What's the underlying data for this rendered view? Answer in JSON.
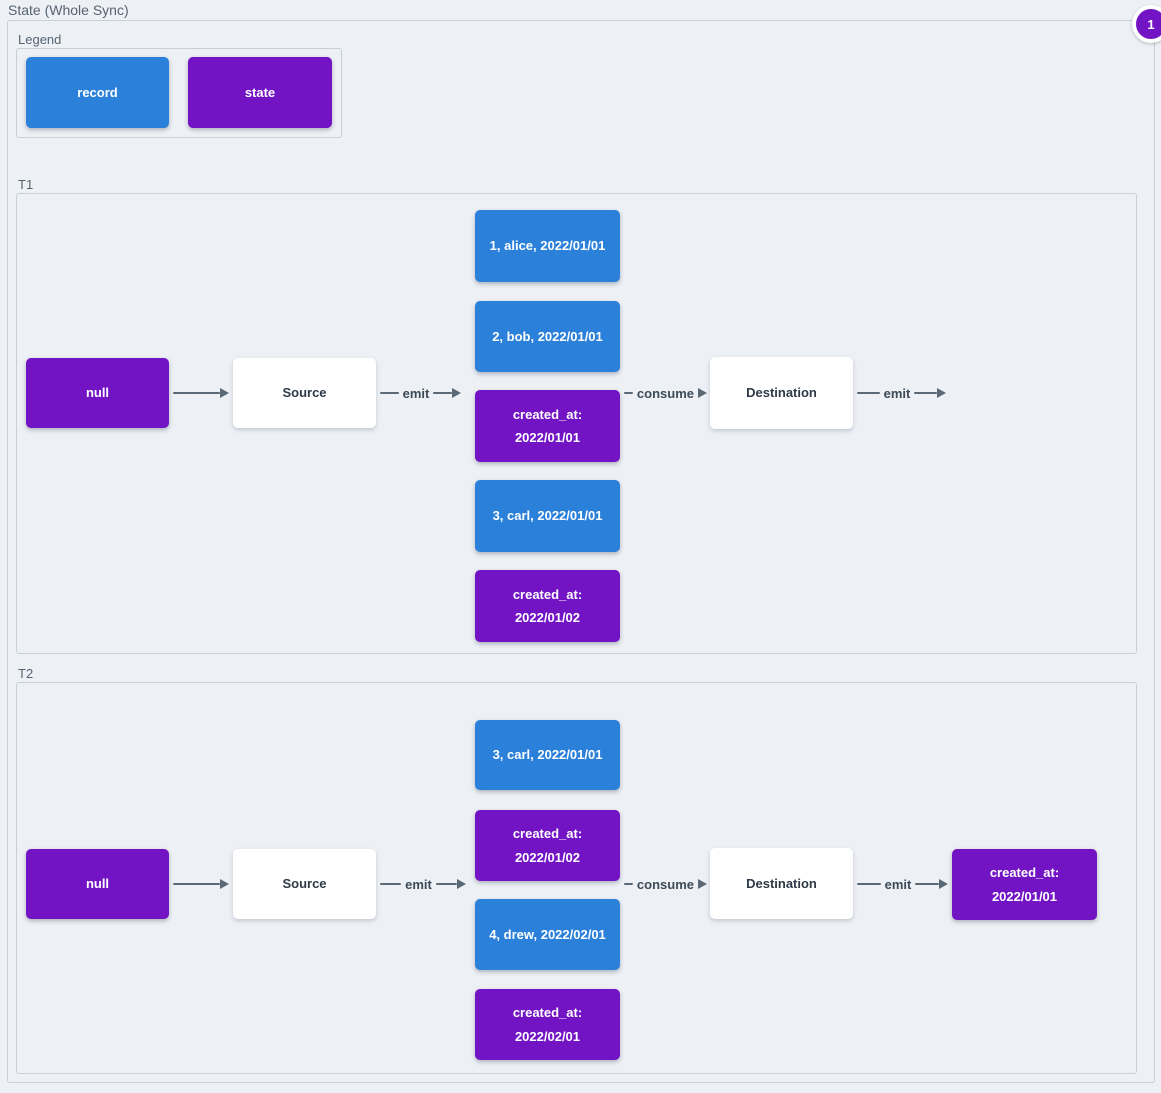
{
  "title": "State (Whole Sync)",
  "page_badge": "1",
  "colors": {
    "record": "#2b80d9",
    "state": "#7314c4",
    "background": "#edf0f5",
    "container_border": "#c7cfd9",
    "arrow": "#5b6875"
  },
  "legend": {
    "label": "Legend",
    "record": "record",
    "state": "state"
  },
  "t1": {
    "label": "T1",
    "null_state": "null",
    "source": "Source",
    "destination": "Destination",
    "emit_label": "emit",
    "consume_label": "consume",
    "emit_out_label": "emit",
    "records": {
      "r1": "1, alice, 2022/01/01",
      "r2": "2, bob, 2022/01/01",
      "s1": "created_at:\n2022/01/01",
      "r3": "3, carl, 2022/01/01",
      "s2": "created_at:\n2022/01/02"
    }
  },
  "t2": {
    "label": "T2",
    "null_state": "null",
    "source": "Source",
    "destination": "Destination",
    "emit_label": "emit",
    "consume_label": "consume",
    "emit_out_label": "emit",
    "records": {
      "r1": "3, carl, 2022/01/01",
      "s1": "created_at:\n2022/01/02",
      "r2": "4, drew, 2022/02/01",
      "s2": "created_at:\n2022/02/01"
    },
    "state_out": "created_at:\n2022/01/01"
  }
}
